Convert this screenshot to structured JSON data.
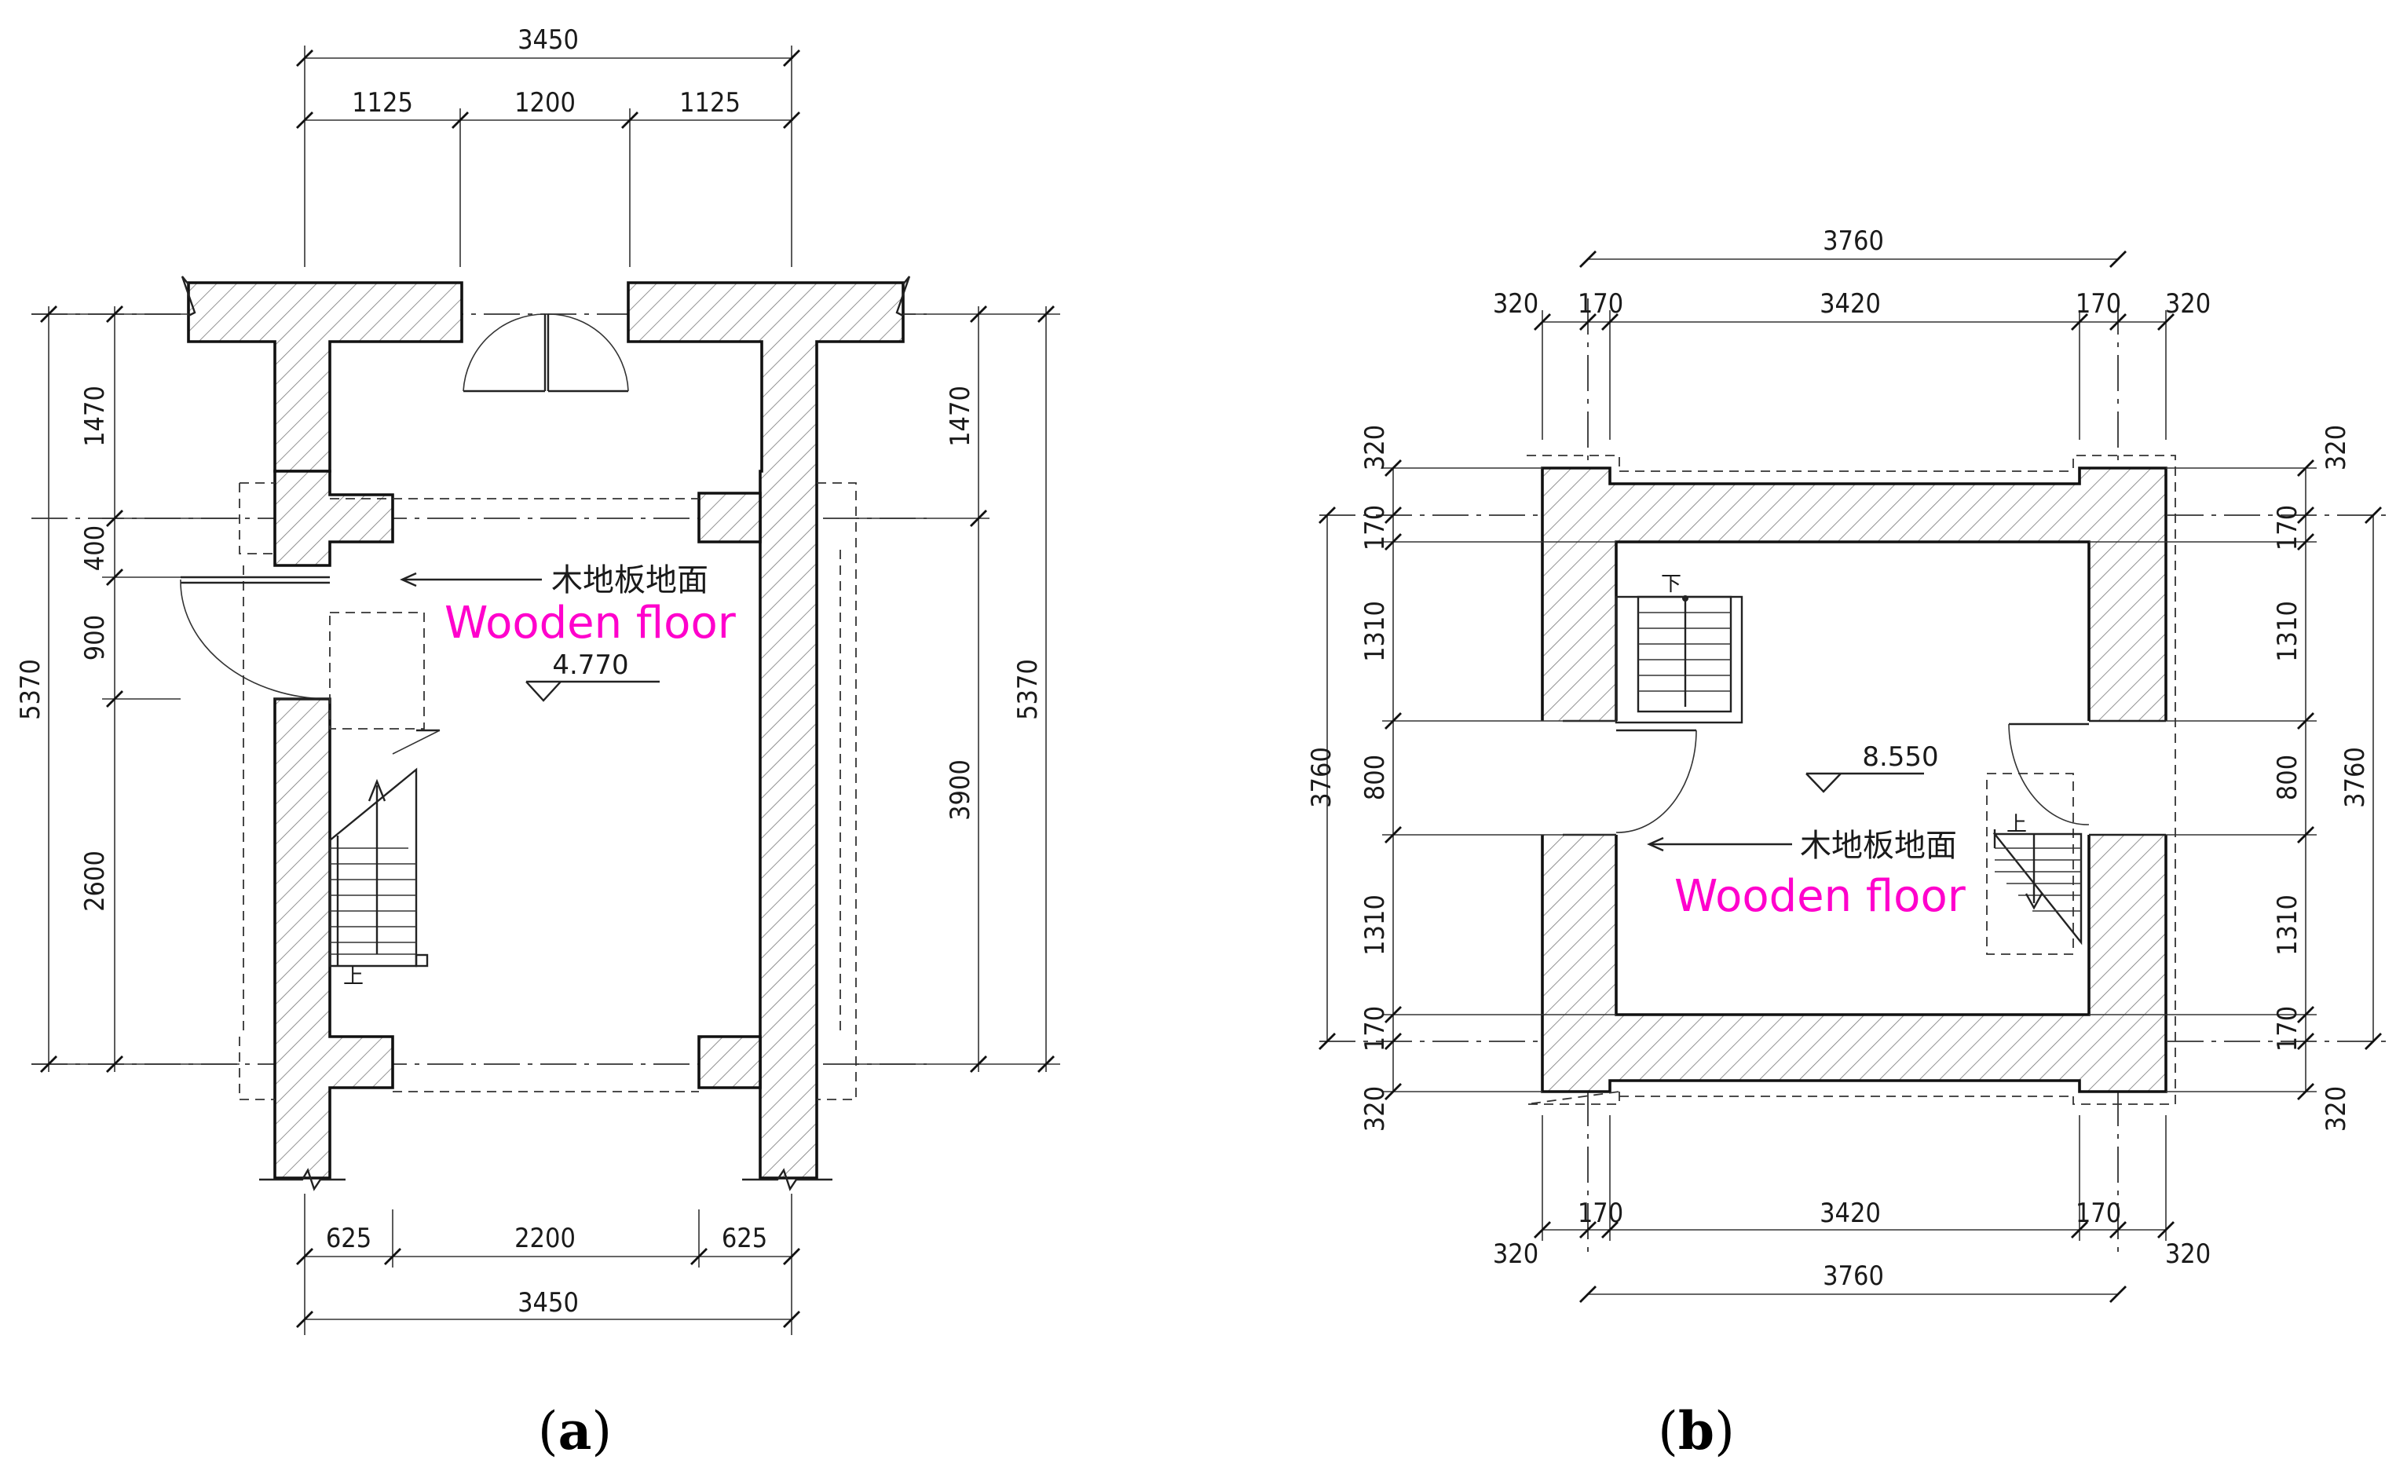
{
  "colors": {
    "line": "#222222",
    "annotation_en": "#ff00cc",
    "background": "#ffffff"
  },
  "panel_a": {
    "caption_open": "(",
    "caption_letter": "a",
    "caption_close": ")",
    "floor_label_cn": "木地板地面",
    "floor_label_en": "Wooden floor",
    "elevation": "4.770",
    "stair_up": "上",
    "dims_top_total": "3450",
    "dims_top_parts": [
      "1125",
      "1200",
      "1125"
    ],
    "dims_bottom_parts": [
      "625",
      "2200",
      "625"
    ],
    "dims_bottom_total": "3450",
    "dims_left_total": "5370",
    "dims_left_parts": [
      "1470",
      "400",
      "900",
      "2600"
    ],
    "dims_right_total": "5370",
    "dims_right_parts": [
      "1470",
      "3900"
    ]
  },
  "panel_b": {
    "caption_open": "(",
    "caption_letter": "b",
    "caption_close": ")",
    "floor_label_cn": "木地板地面",
    "floor_label_en": "Wooden floor",
    "elevation": "8.550",
    "stair_down": "下",
    "stair_up": "上",
    "dims_top_total": "3760",
    "dims_top_parts": [
      "320",
      "170",
      "3420",
      "170",
      "320"
    ],
    "dims_bottom_parts": [
      "320",
      "170",
      "3420",
      "170",
      "320"
    ],
    "dims_bottom_total": "3760",
    "dims_left_total": "3760",
    "dims_left_parts": [
      "320",
      "170",
      "1310",
      "800",
      "1310",
      "170",
      "320"
    ],
    "dims_right_total": "3760",
    "dims_right_parts": [
      "320",
      "170",
      "1310",
      "800",
      "1310",
      "170",
      "320"
    ]
  }
}
